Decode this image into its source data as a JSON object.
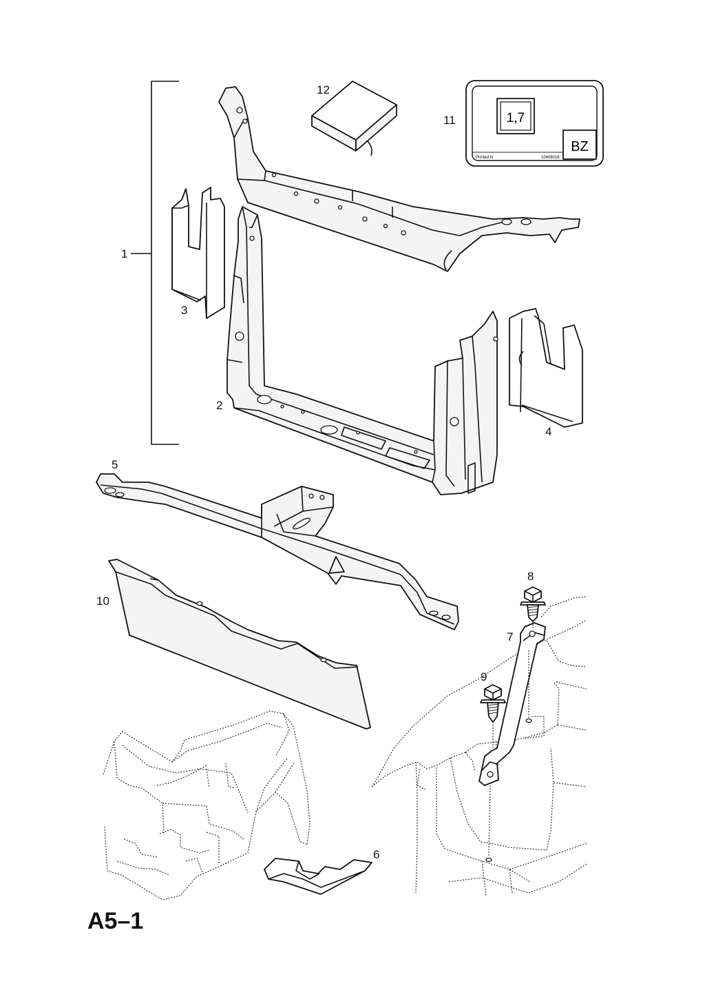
{
  "page_code": "A5–1",
  "callouts": {
    "c1": "1",
    "c2": "2",
    "c3": "3",
    "c4": "4",
    "c5": "5",
    "c6": "6",
    "c7": "7",
    "c8": "8",
    "c9": "9",
    "c10": "10",
    "c11": "11",
    "c12": "12"
  },
  "label_card": {
    "value": "1,7",
    "code": "BZ",
    "printed_in": "Printed in",
    "part_no": "10408016"
  }
}
